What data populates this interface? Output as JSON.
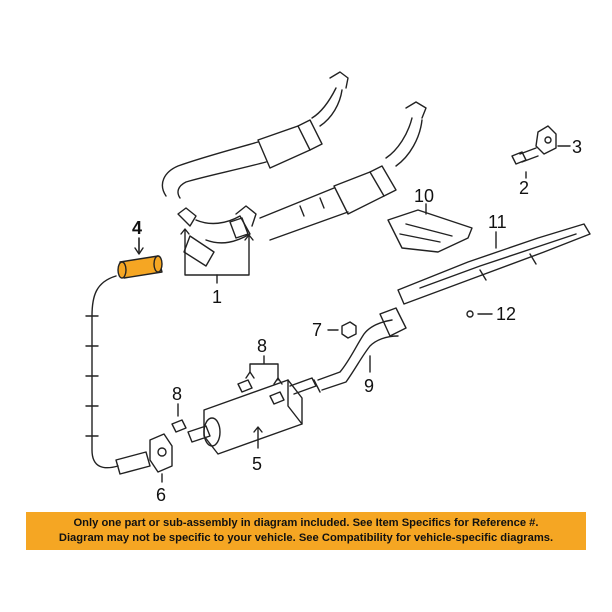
{
  "callouts": {
    "c1": "1",
    "c2": "2",
    "c3": "3",
    "c4": "4",
    "c5": "5",
    "c6": "6",
    "c7": "7",
    "c8a": "8",
    "c8b": "8",
    "c9": "9",
    "c10": "10",
    "c11": "11",
    "c12": "12"
  },
  "banner": {
    "line1": "Only one part or sub-assembly in diagram included. See Item Specifics for Reference #.",
    "line2": "Diagram may not be specific to your vehicle. See Compatibility for vehicle-specific diagrams."
  },
  "colors": {
    "highlight": "#f5a623",
    "banner": "#f5a623",
    "line": "#222222"
  }
}
